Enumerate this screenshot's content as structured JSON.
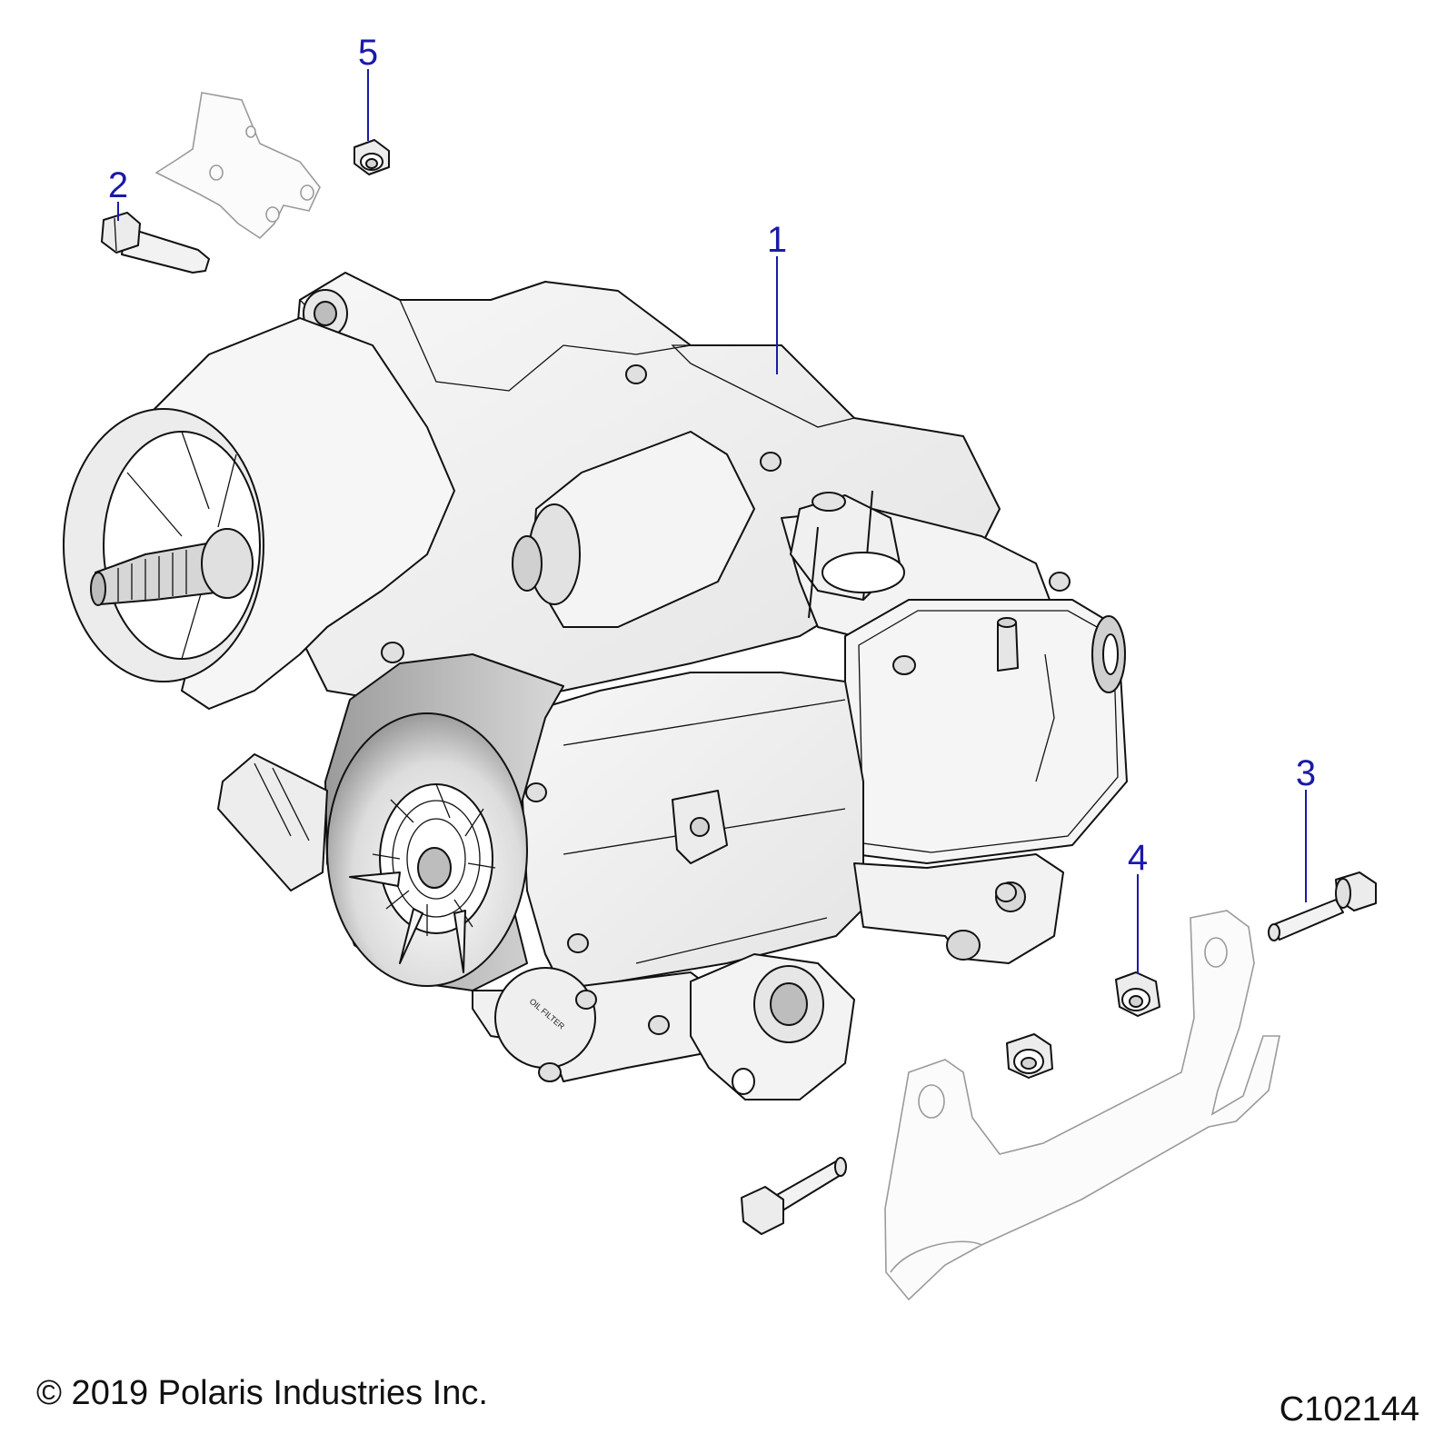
{
  "callouts": {
    "c1": "1",
    "c2": "2",
    "c3": "3",
    "c4": "4",
    "c5": "5"
  },
  "footer": {
    "copyright": "© 2019 Polaris Industries Inc.",
    "figure_id": "C102144"
  },
  "oil_filter_label": "OIL FILTER",
  "colors": {
    "callout": "#1a1aa8",
    "line": "#111111",
    "ghost": "#9a9a9a"
  }
}
